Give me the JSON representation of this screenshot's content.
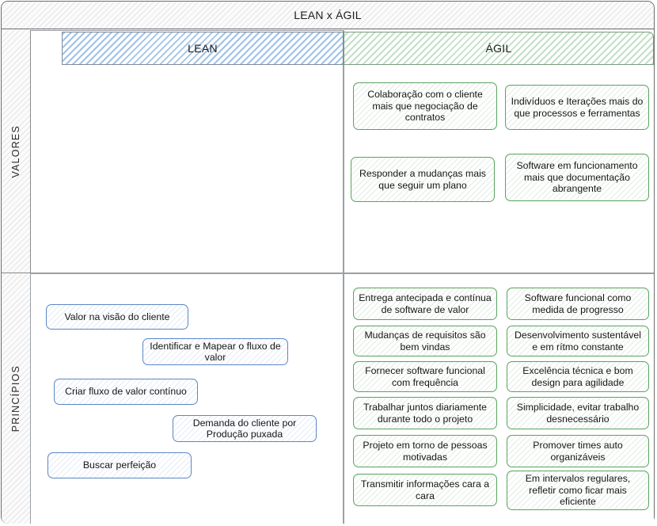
{
  "diagram": {
    "title": "LEAN x ÁGIL",
    "columns": [
      {
        "id": "lean",
        "label": "LEAN",
        "accent": "#5b87c4"
      },
      {
        "id": "agil",
        "label": "ÁGIL",
        "accent": "#5aa35f"
      }
    ],
    "rows": [
      {
        "id": "valores",
        "label": "VALORES"
      },
      {
        "id": "principios",
        "label": "PRINCÍPIOS"
      }
    ]
  },
  "lean": {
    "valores": [],
    "principios": [
      "Valor na visão do cliente",
      "Identificar e Mapear o fluxo de valor",
      "Criar fluxo de valor contínuo",
      "Demanda do cliente por Produção puxada",
      "Buscar perfeição"
    ]
  },
  "agil": {
    "valores": [
      "Colaboração com o cliente mais que negociação de contratos",
      "Indivíduos e Iterações mais do que processos e ferramentas",
      "Responder a mudanças mais que seguir um plano",
      "Software em funcionamento mais que documentação abrangente"
    ],
    "principios_left": [
      "Entrega antecipada e contínua de software de valor",
      "Mudanças de requisitos são bem vindas",
      "Fornecer software funcional com frequência",
      "Trabalhar juntos diariamente durante todo o projeto",
      "Projeto em torno de pessoas motivadas",
      "Transmitir informações cara a cara"
    ],
    "principios_right": [
      "Software funcional como medida de progresso",
      "Desenvolvimento sustentável e em rítmo constante",
      "Excelência técnica e bom design para agilidade",
      "Simplicidade, evitar trabalho desnecessário",
      "Promover times auto organizáveis",
      "Em intervalos regulares, refletir como ficar mais eficiente"
    ]
  }
}
